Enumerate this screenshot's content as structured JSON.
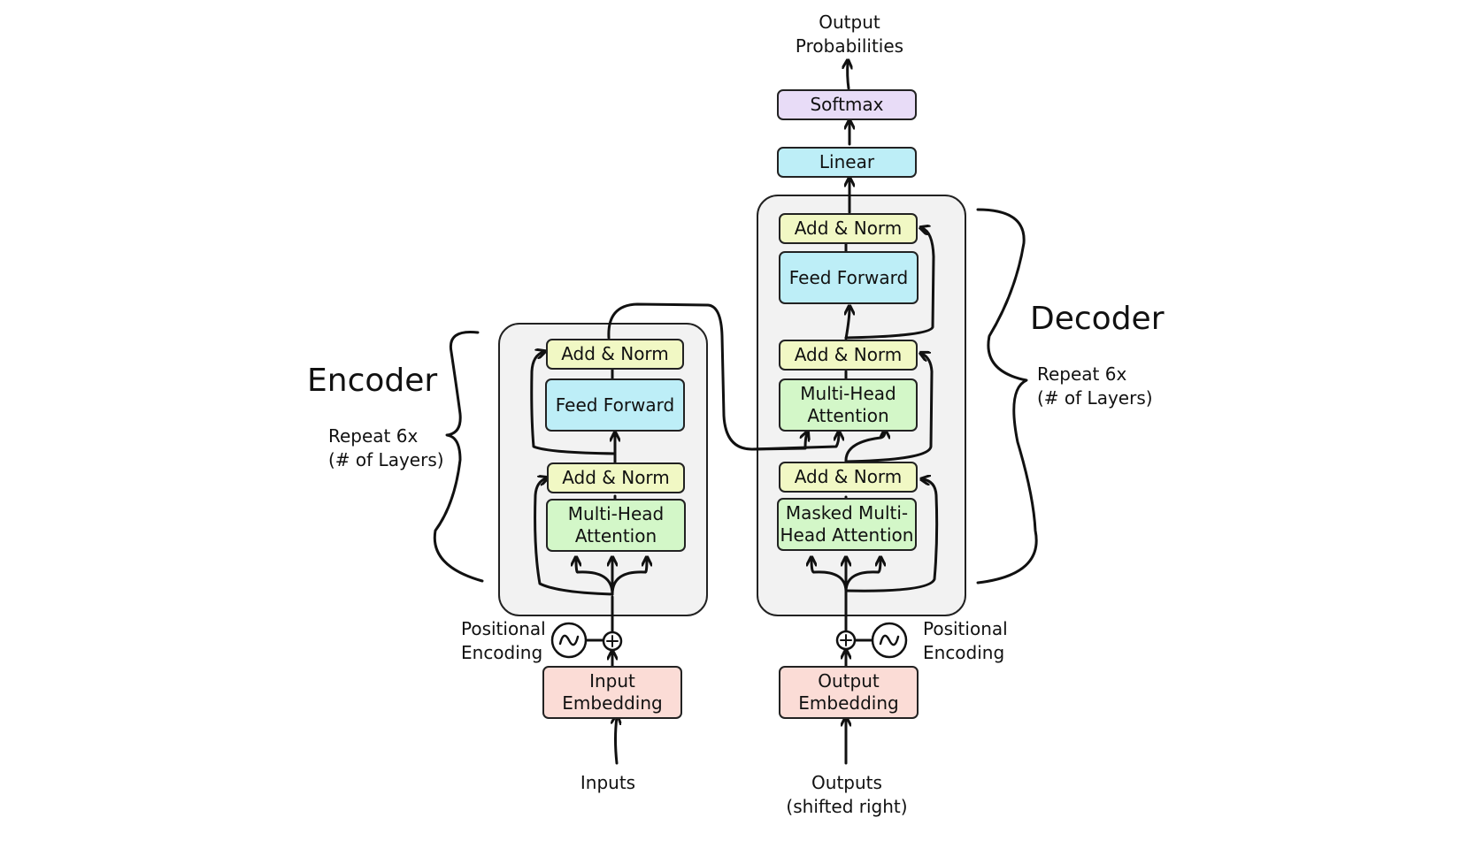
{
  "encoder": {
    "title": "Encoder",
    "repeat": "Repeat 6x\n(# of Layers)",
    "add_norm_top": "Add & Norm",
    "feed_forward": "Feed Forward",
    "add_norm_bottom": "Add & Norm",
    "attention": "Multi-Head\nAttention",
    "positional": "Positional\nEncoding",
    "embedding": "Input\nEmbedding",
    "input": "Inputs"
  },
  "decoder": {
    "title": "Decoder",
    "repeat": "Repeat 6x\n(# of Layers)",
    "add_norm_top": "Add & Norm",
    "feed_forward": "Feed Forward",
    "add_norm_mid": "Add & Norm",
    "attention": "Multi-Head\nAttention",
    "add_norm_bottom": "Add & Norm",
    "masked_attention": "Masked Multi-\nHead Attention",
    "positional": "Positional\nEncoding",
    "embedding": "Output\nEmbedding",
    "input": "Outputs\n(shifted right)"
  },
  "head": {
    "linear": "Linear",
    "softmax": "Softmax",
    "output": "Output\nProbabilities"
  },
  "colors": {
    "add_norm": "#f1f8c4",
    "feed_forward": "#bdeef7",
    "attention": "#d3f7c8",
    "embedding": "#fbdcd6",
    "softmax": "#e8dcf7",
    "stack": "#f2f2f2"
  }
}
